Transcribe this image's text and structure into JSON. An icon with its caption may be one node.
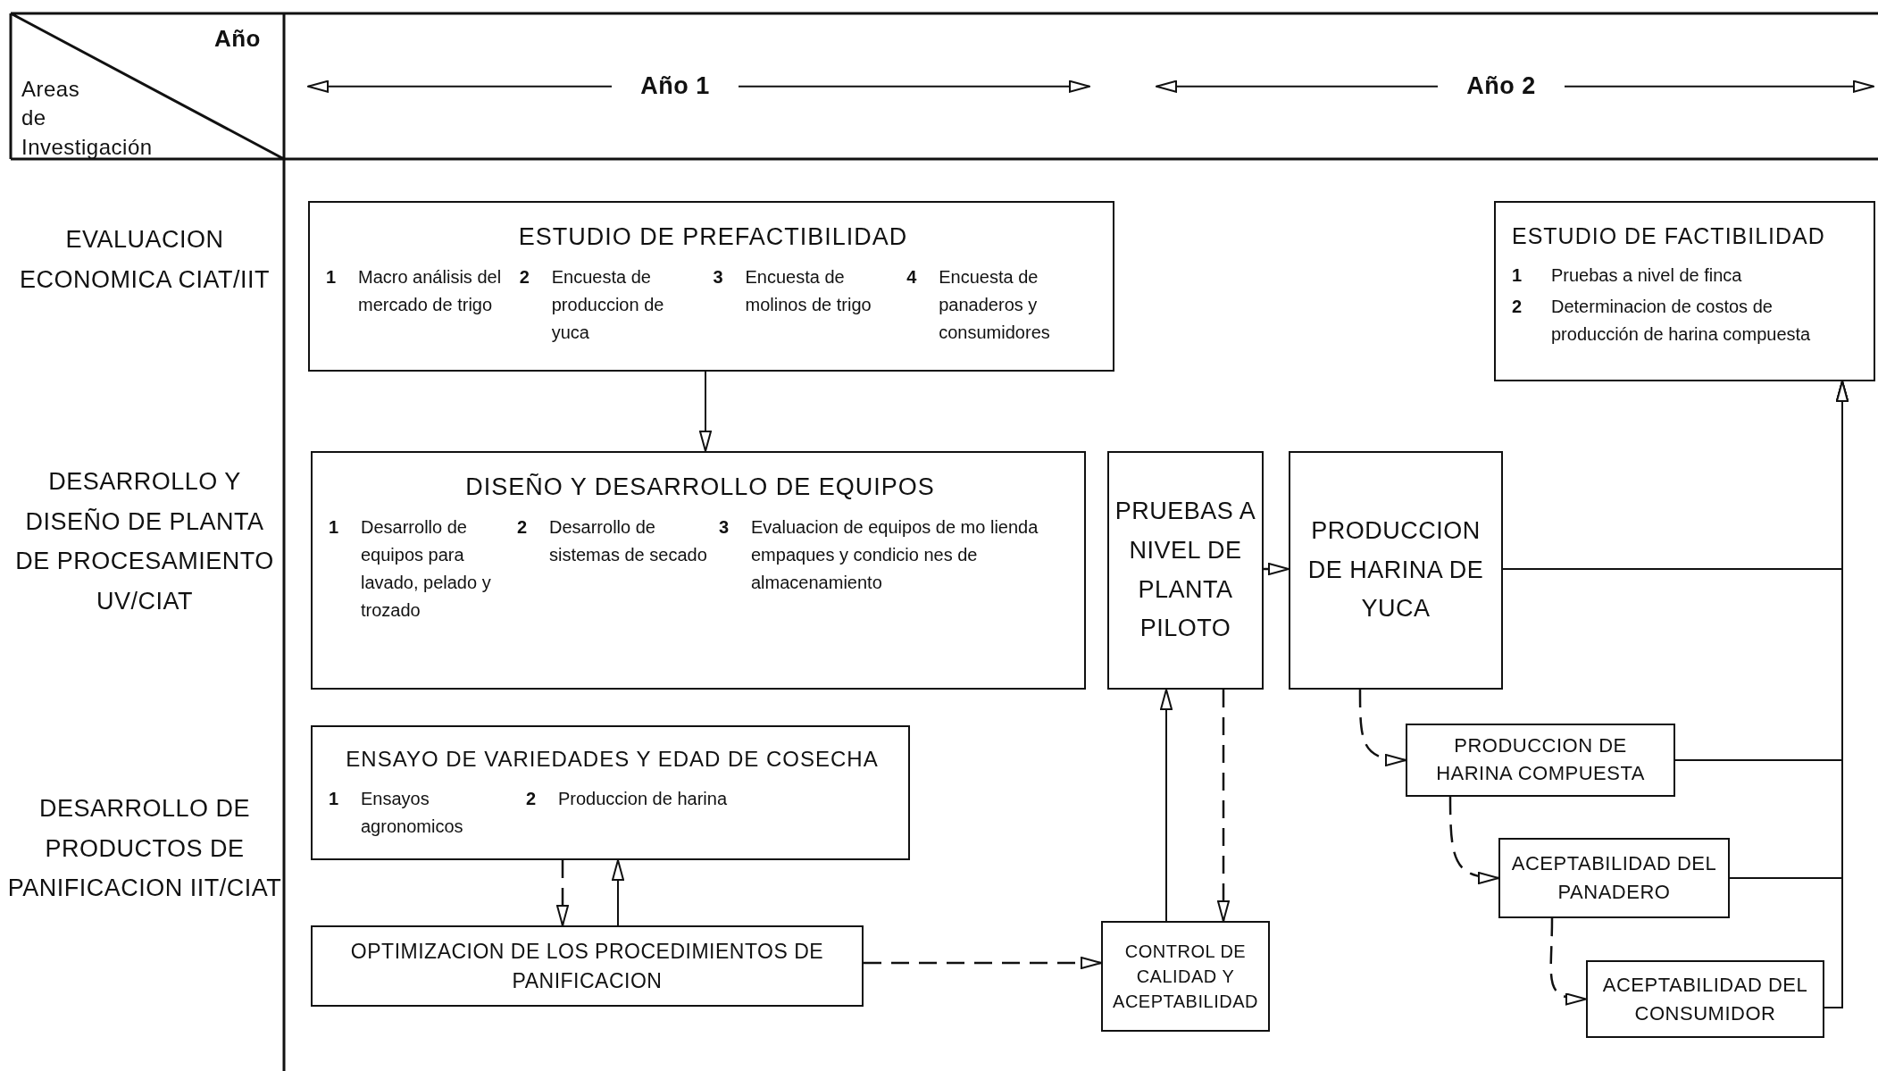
{
  "diagram": {
    "nodes": [
      {
        "text": [
          "ESTUDIO DE PREFACTIBILIDAD",
          "1",
          "Macro análisis del mercado de trigo",
          "2",
          "Encuesta de produccion de yuca",
          "3",
          "Encuesta de molinos de trigo",
          "4",
          "Encuesta de panaderos y consumidores"
        ]
      },
      {
        "text": [
          "ESTUDIO DE FACTIBILIDAD",
          "1",
          "Pruebas a nivel de finca",
          "2",
          "Determinacion de costos de producción de harina compuesta"
        ]
      },
      {
        "text": [
          "DISEÑO Y DESARROLLO DE EQUIPOS",
          "1",
          "Desarrollo de equipos para lavado, pelado y trozado",
          "2",
          "Desarrollo de sistemas de secado",
          "3",
          "Evaluacion de equipos de mo lienda empaques y condicio nes de almacenamiento"
        ]
      },
      {
        "text": [
          "PRUEBAS A NIVEL DE PLANTA PILOTO"
        ]
      },
      {
        "text": [
          "PRODUCCION DE HARINA DE YUCA"
        ]
      },
      {
        "text": [
          "ENSAYO DE VARIEDADES Y EDAD DE COSECHA",
          "1",
          "Ensayos agronomicos",
          "2",
          "Produccion de harina"
        ]
      },
      {
        "text": [
          "OPTIMIZACION DE LOS PROCEDIMIENTOS DE PANIFICACION"
        ]
      },
      {
        "text": [
          "CONTROL DE CALIDAD Y ACEPTABILIDAD"
        ]
      },
      {
        "text": [
          "PRODUCCION DE HARINA COMPUESTA"
        ]
      },
      {
        "text": [
          "ACEPTABILIDAD DEL PANADERO"
        ]
      },
      {
        "text": [
          "ACEPTABILIDAD DEL CONSUMIDOR"
        ]
      }
    ],
    "edges": [
      {
        "from": 0,
        "to": 2,
        "arrow": "to"
      },
      {
        "from": 3,
        "to": 4,
        "arrow": "to",
        "style": "dashed"
      },
      {
        "from": 4,
        "to": 1,
        "arrow": "to"
      },
      {
        "from": 4,
        "to": 8,
        "arrow": "to",
        "style": "dashed"
      },
      {
        "from": 8,
        "to": 1,
        "arrow": "to"
      },
      {
        "from": 8,
        "to": 9,
        "arrow": "to",
        "style": "dashed"
      },
      {
        "from": 9,
        "to": 1,
        "arrow": "to"
      },
      {
        "from": 9,
        "to": 10,
        "arrow": "to",
        "style": "dashed"
      },
      {
        "from": 10,
        "to": 1,
        "arrow": "to"
      },
      {
        "from": 5,
        "to": 6,
        "arrow": "to",
        "style": "dashed"
      },
      {
        "from": 6,
        "to": 5,
        "arrow": "to"
      },
      {
        "from": 6,
        "to": 7,
        "arrow": "to",
        "style": "dashed"
      },
      {
        "from": 7,
        "to": 3,
        "arrow": "to"
      },
      {
        "from": 3,
        "to": 7,
        "arrow": "to",
        "style": "dashed"
      }
    ],
    "labels": [
      "Año",
      "Areas de Investigación",
      "Año 1",
      "Año 2",
      "EVALUACION ECONOMICA CIAT/IIT",
      "DESARROLLO Y DISEÑO DE PLANTA DE PROCESAMIENTO UV/CIAT",
      "DESARROLLO DE PRODUCTOS DE PANIFICACION IIT/CIAT"
    ]
  }
}
